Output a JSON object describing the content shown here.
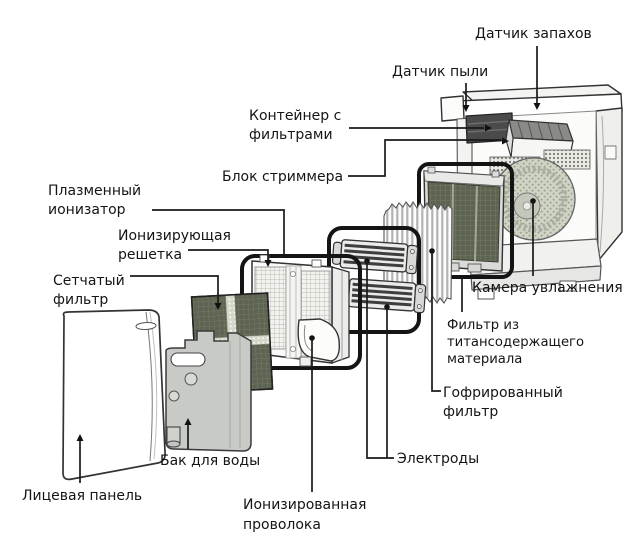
{
  "diagram": {
    "type": "exploded-view technical diagram of an air purifier / humidifier",
    "language": "Russian",
    "labels": {
      "odor_sensor": "Датчик запахов",
      "dust_sensor": "Датчик пыли",
      "filter_container": [
        "Контейнер с",
        "фильтрами"
      ],
      "streamer_unit": "Блок стриммера",
      "plasma_ionizer": [
        "Плазменный",
        "ионизатор"
      ],
      "ionizing_grid": [
        "Ионизирующая",
        "решетка"
      ],
      "mesh_filter": [
        "Сетчатый",
        "фильтр"
      ],
      "humidification_chamber": "Камера увлажнения",
      "titanium_filter": [
        "Фильтр из",
        "титансодержащего",
        "материала"
      ],
      "corrugated_filter": [
        "Гофрированный",
        "фильтр"
      ],
      "electrodes": "Электроды",
      "water_tank": "Бак для воды",
      "front_panel": "Лицевая панель",
      "ionized_wire": [
        "Ионизированная",
        "проволока"
      ]
    },
    "colors": {
      "background": "#ffffff",
      "text": "#151515",
      "callout_line": "#1a1a1a",
      "group_frame": "#141414",
      "dark_filter_fill": "#5d6452",
      "filter_grid_line": "#79806c",
      "water_tank_fill": "#c8cac6",
      "chamber_fill": "#cfd4c6",
      "electrode_stripe": "#3e3e3e"
    }
  }
}
